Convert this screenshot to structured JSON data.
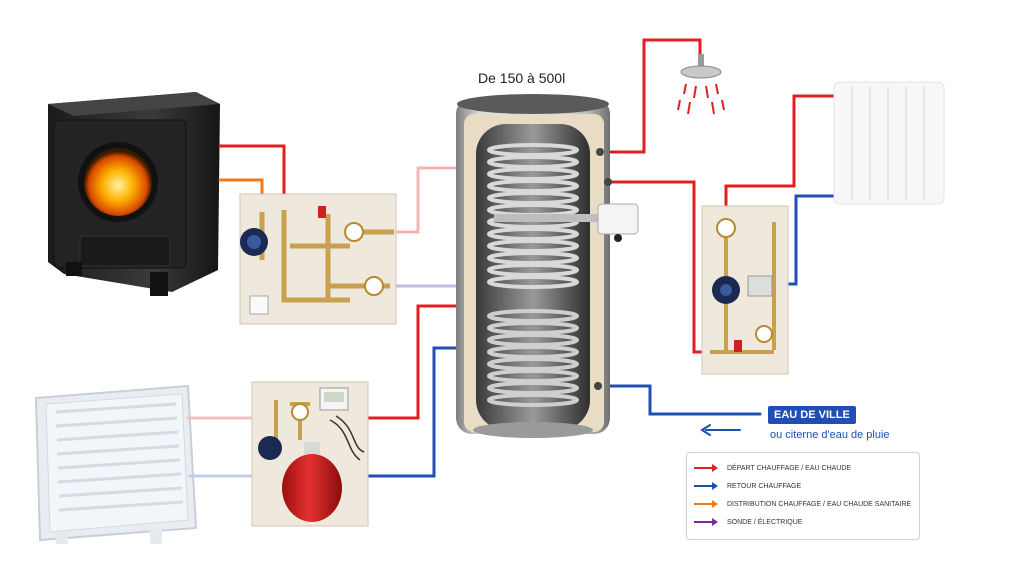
{
  "tank": {
    "capacity_label": "De 150 à 500l"
  },
  "city_water": {
    "title": "EAU DE VILLE",
    "subtitle": "ou citerne d'eau de pluie"
  },
  "legend": {
    "items": [
      {
        "label": "DÉPART CHAUFFAGE / EAU CHAUDE",
        "color": "#e02020"
      },
      {
        "label": "RETOUR CHAUFFAGE",
        "color": "#1f4fb5"
      },
      {
        "label": "DISTRIBUTION CHAUFFAGE / EAU CHAUDE SANITAIRE",
        "color": "#f07a1a"
      },
      {
        "label": "SONDE / ÉLECTRIQUE",
        "color": "#7a2a9a"
      }
    ]
  },
  "colors": {
    "hot": "#e02020",
    "cold": "#1f4fb5",
    "orange": "#f07a1a",
    "purple": "#7a2a9a"
  }
}
